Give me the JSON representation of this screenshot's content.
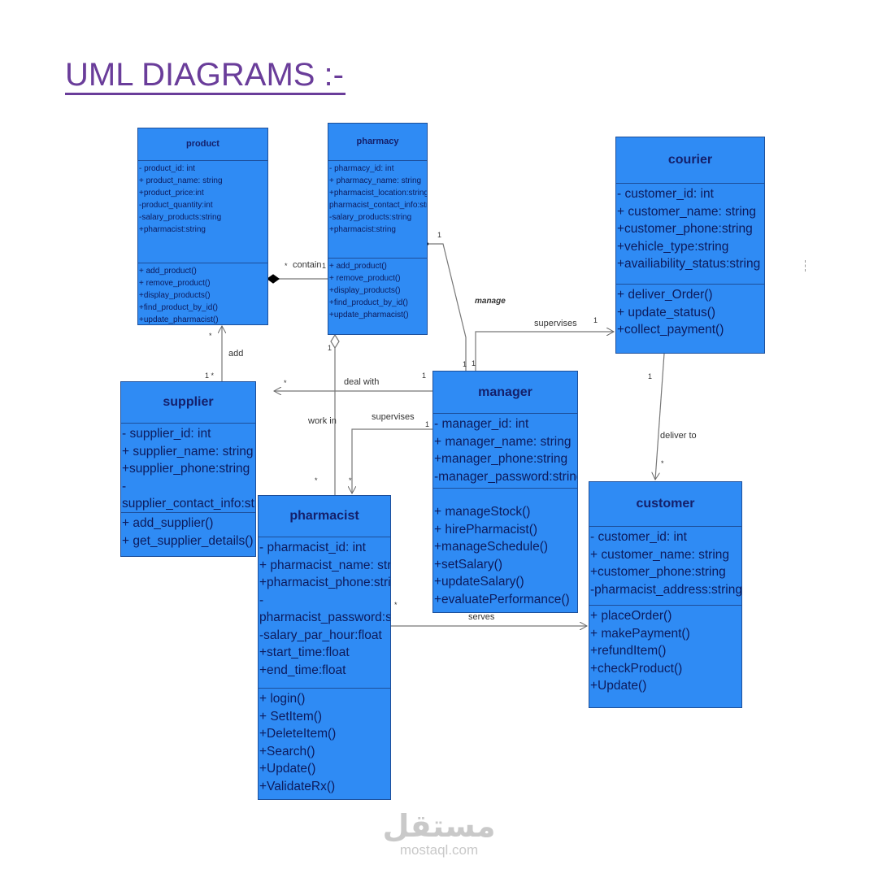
{
  "title": "UML DIAGRAMS :-",
  "colors": {
    "class_fill": "#2f8bf4",
    "class_border": "#1d4f9a",
    "title": "#6a3d9a",
    "text": "#0d1b5c"
  },
  "classes": {
    "product": {
      "name": "product",
      "attributes": [
        "- product_id: int",
        "+ product_name: string",
        "+product_price:int",
        "-product_quantity:int",
        "-salary_products:string",
        "+pharmacist:string"
      ],
      "methods": [
        "+ add_product()",
        "+ remove_product()",
        "+display_products()",
        "+find_product_by_id()",
        "+update_pharmacist()"
      ]
    },
    "pharmacy": {
      "name": "pharmacy",
      "attributes": [
        "- pharmacy_id: int",
        "+ pharmacy_name: string",
        "+pharmacist_location:string",
        "pharmacist_contact_info:str",
        "-salary_products:string",
        "+pharmacist:string"
      ],
      "methods": [
        "+ add_product()",
        "+ remove_product()",
        "+display_products()",
        "+find_product_by_id()",
        "+update_pharmacist()"
      ]
    },
    "courier": {
      "name": "courier",
      "attributes": [
        "- customer_id: int",
        "+ customer_name: string",
        "+customer_phone:string",
        "+vehicle_type:string",
        "+availiability_status:string"
      ],
      "methods": [
        "+ deliver_Order()",
        "+ update_status()",
        "+collect_payment()"
      ]
    },
    "supplier": {
      "name": "supplier",
      "attributes": [
        "- supplier_id: int",
        "+ supplier_name: string",
        "+supplier_phone:string",
        "-",
        "supplier_contact_info:string"
      ],
      "methods": [
        "+ add_supplier()",
        "+ get_supplier_details()"
      ]
    },
    "manager": {
      "name": "manager",
      "attributes": [
        "- manager_id: int",
        "+ manager_name: string",
        "+manager_phone:string",
        "-manager_password:string"
      ],
      "methods": [
        "+ manageStock()",
        "+ hirePharmacist()",
        "+manageSchedule()",
        "+setSalary()",
        "+updateSalary()",
        "+evaluatePerformance()"
      ]
    },
    "pharmacist": {
      "name": "pharmacist",
      "attributes": [
        "- pharmacist_id: int",
        "+ pharmacist_name: string",
        "+pharmacist_phone:string",
        "-",
        "pharmacist_password:string",
        "-salary_par_hour:float",
        "+start_time:float",
        "+end_time:float"
      ],
      "methods": [
        "+ login()",
        "+ SetItem()",
        "+DeleteItem()",
        "+Search()",
        "+Update()",
        "+ValidateRx()"
      ]
    },
    "customer": {
      "name": "customer",
      "attributes": [
        "- customer_id: int",
        "+ customer_name: string",
        "+customer_phone:string",
        "-pharmacist_address:string"
      ],
      "methods": [
        "+ placeOrder()",
        "+ makePayment()",
        "+refundItem()",
        "+checkProduct()",
        "+Update()"
      ]
    }
  },
  "relations": {
    "contain": {
      "label": "contain",
      "from_mult": "*",
      "to_mult": "1"
    },
    "add": {
      "label": "add",
      "top_mult": "*",
      "bottom_mult": "1 *"
    },
    "work_in": {
      "label": "work in",
      "top_mult": "1",
      "bottom_mult": "*"
    },
    "deal_with": {
      "label": "deal with",
      "left_mult": "*",
      "right_mult": "1"
    },
    "supervises_pharmacist": {
      "label": "supervises",
      "from_mult": "1",
      "to_mult": "*"
    },
    "manage": {
      "label": "manage",
      "top_mult": "1",
      "bottom_mult": "1"
    },
    "supervises_courier": {
      "label": "supervises",
      "from_mult": "1",
      "to_mult": "1"
    },
    "deliver_to": {
      "label": "deliver to",
      "from_mult": "1",
      "to_mult": "*"
    },
    "serves": {
      "label": "serves",
      "from_mult": "*"
    }
  },
  "watermark": {
    "arabic": "مستقل",
    "latin": "mostaql.com"
  }
}
